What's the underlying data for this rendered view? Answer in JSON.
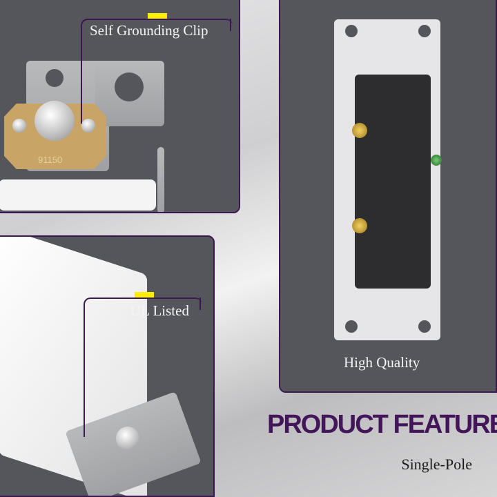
{
  "features": [
    {
      "label": "Self Grounding Clip"
    },
    {
      "label": "UL Listed"
    },
    {
      "label": "High Quality"
    }
  ],
  "heading": "PRODUCT FEATURES",
  "subheading": "Single-Pole",
  "product_markings": {
    "clip_code": "91150"
  },
  "colors": {
    "panel": "#55565b",
    "border": "#3b1850",
    "accent": "#ffee00",
    "heading": "#43165a"
  }
}
